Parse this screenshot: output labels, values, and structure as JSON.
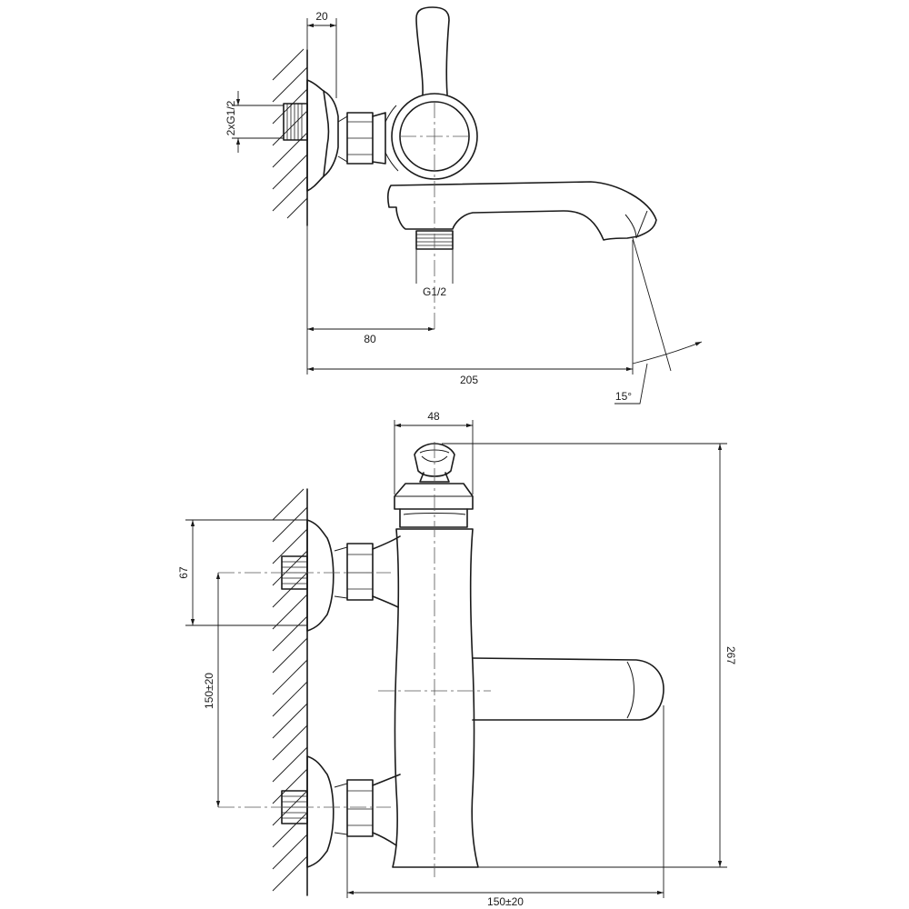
{
  "side_view": {
    "dims": {
      "flange": "20",
      "inlet_thread": "2xG1/2",
      "outlet_thread": "G1/2",
      "outlet_offset": "80",
      "reach": "205",
      "angle": "15°"
    }
  },
  "front_view": {
    "dims": {
      "head_width": "48",
      "wall_to_center": "67",
      "inlet_spacing": "150±20",
      "height": "267",
      "width": "150±20"
    }
  }
}
